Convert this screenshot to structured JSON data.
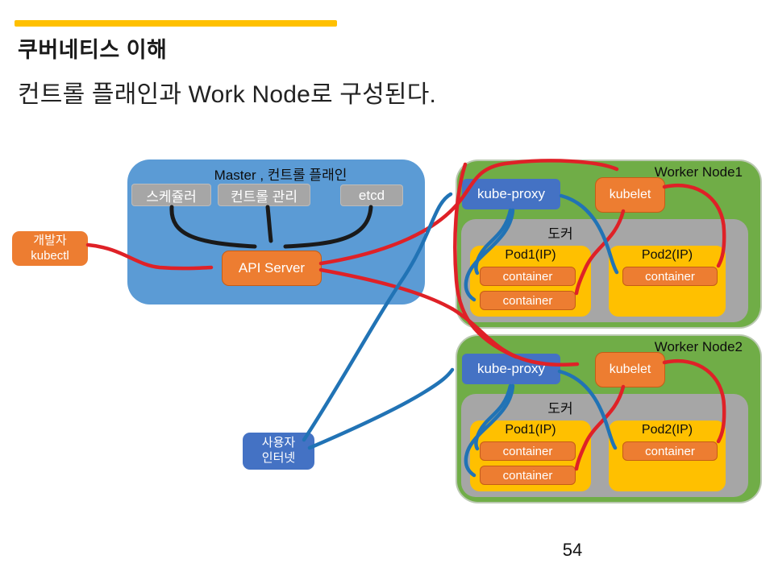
{
  "slide": {
    "title": "쿠버네티스 이해",
    "subtitle": "컨트롤 플래인과 Work Node로 구성된다.",
    "page_number": "54"
  },
  "colors": {
    "accent_bar": "#FFC000",
    "master_fill": "#5B9BD5",
    "component_gray": "#A6A6A6",
    "orange": "#ED7D31",
    "worker_green": "#70AD47",
    "pod_yellow": "#FFC000",
    "proxy_blue": "#4472C4",
    "arrow_red": "#DF2127",
    "arrow_blue": "#2173B5",
    "arrow_black": "#1A1A1A"
  },
  "master": {
    "title": "Master , 컨트롤 플래인",
    "scheduler": "스케쥴러",
    "controller": "컨트롤 관리",
    "etcd": "etcd",
    "api_server": "API Server"
  },
  "developer": {
    "line1": "개발자",
    "line2": "kubectl"
  },
  "internet_user": {
    "line1": "사용자",
    "line2": "인터넷"
  },
  "workers": [
    {
      "title": "Worker Node1",
      "kube_proxy": "kube-proxy",
      "kubelet": "kubelet",
      "docker": "도커",
      "pods": [
        {
          "label": "Pod1(IP)",
          "containers": [
            "container",
            "container"
          ]
        },
        {
          "label": "Pod2(IP)",
          "containers": [
            "container"
          ]
        }
      ]
    },
    {
      "title": "Worker Node2",
      "kube_proxy": "kube-proxy",
      "kubelet": "kubelet",
      "docker": "도커",
      "pods": [
        {
          "label": "Pod1(IP)",
          "containers": [
            "container",
            "container"
          ]
        },
        {
          "label": "Pod2(IP)",
          "containers": [
            "container"
          ]
        }
      ]
    }
  ]
}
